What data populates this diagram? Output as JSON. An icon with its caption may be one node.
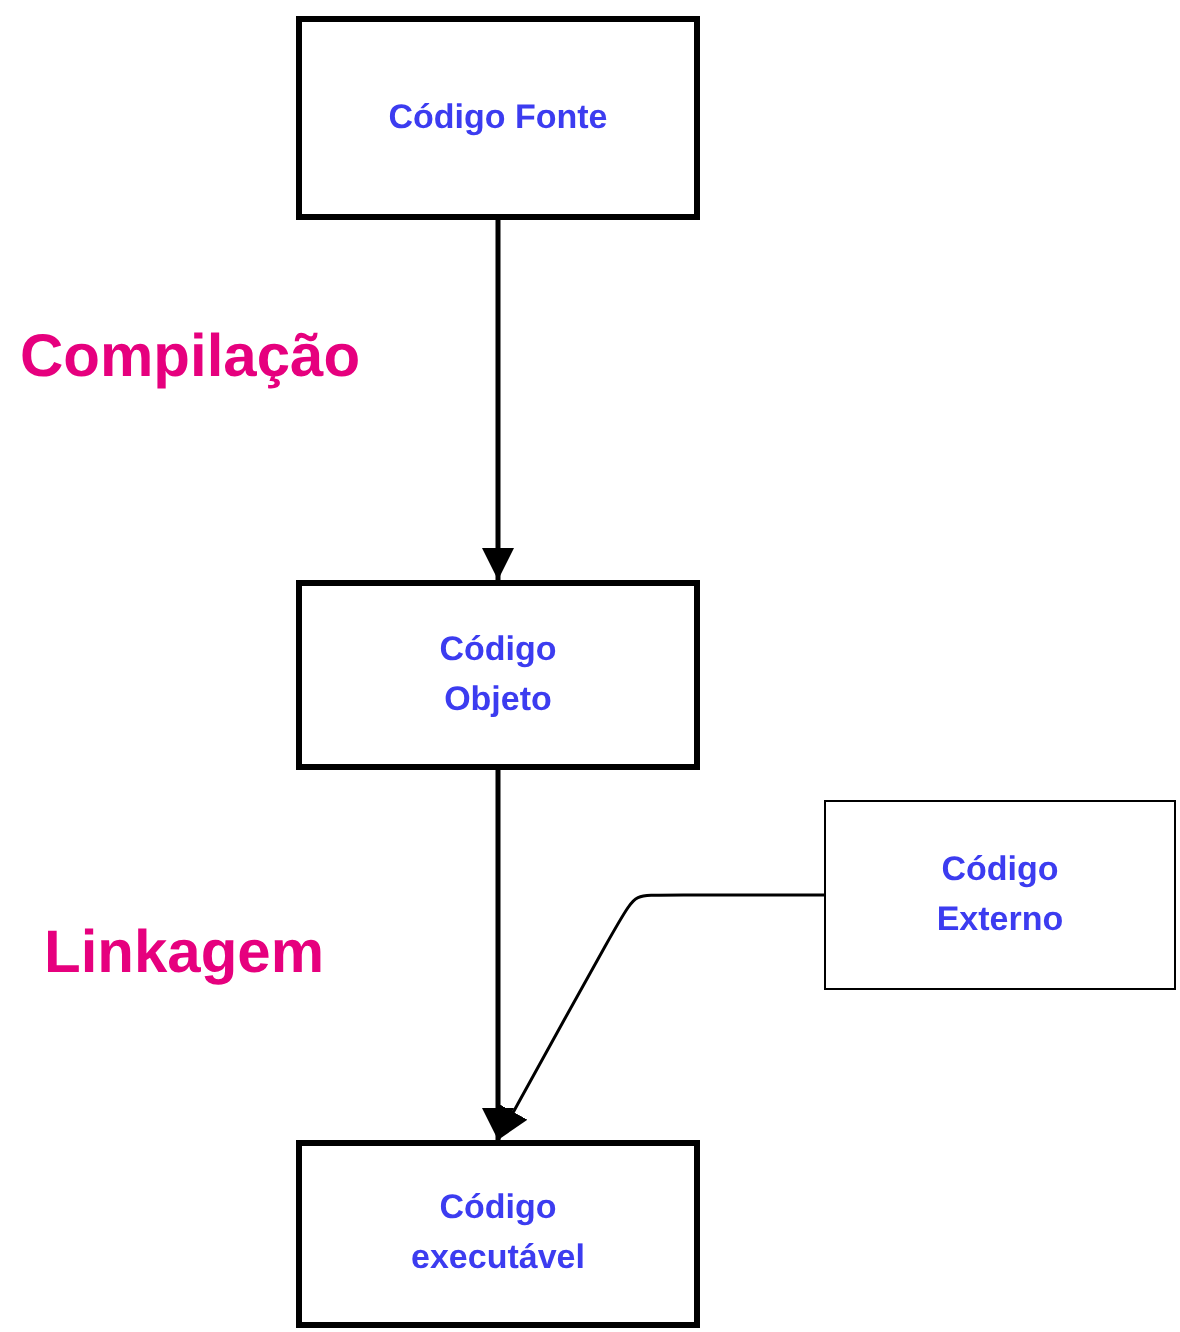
{
  "diagram": {
    "nodes": [
      {
        "text": [
          "Código Fonte"
        ]
      },
      {
        "text": [
          "Código Objeto"
        ]
      },
      {
        "text": [
          "Código Externo"
        ]
      },
      {
        "text": [
          "Código executável"
        ]
      }
    ],
    "edges": [
      {
        "from": 0,
        "to": 1,
        "arrow": "to"
      },
      {
        "from": 1,
        "to": 3,
        "arrow": "to"
      },
      {
        "from": 2,
        "to": 3,
        "arrow": "to"
      }
    ],
    "labels": [
      "Compilação",
      "Linkagem"
    ]
  }
}
